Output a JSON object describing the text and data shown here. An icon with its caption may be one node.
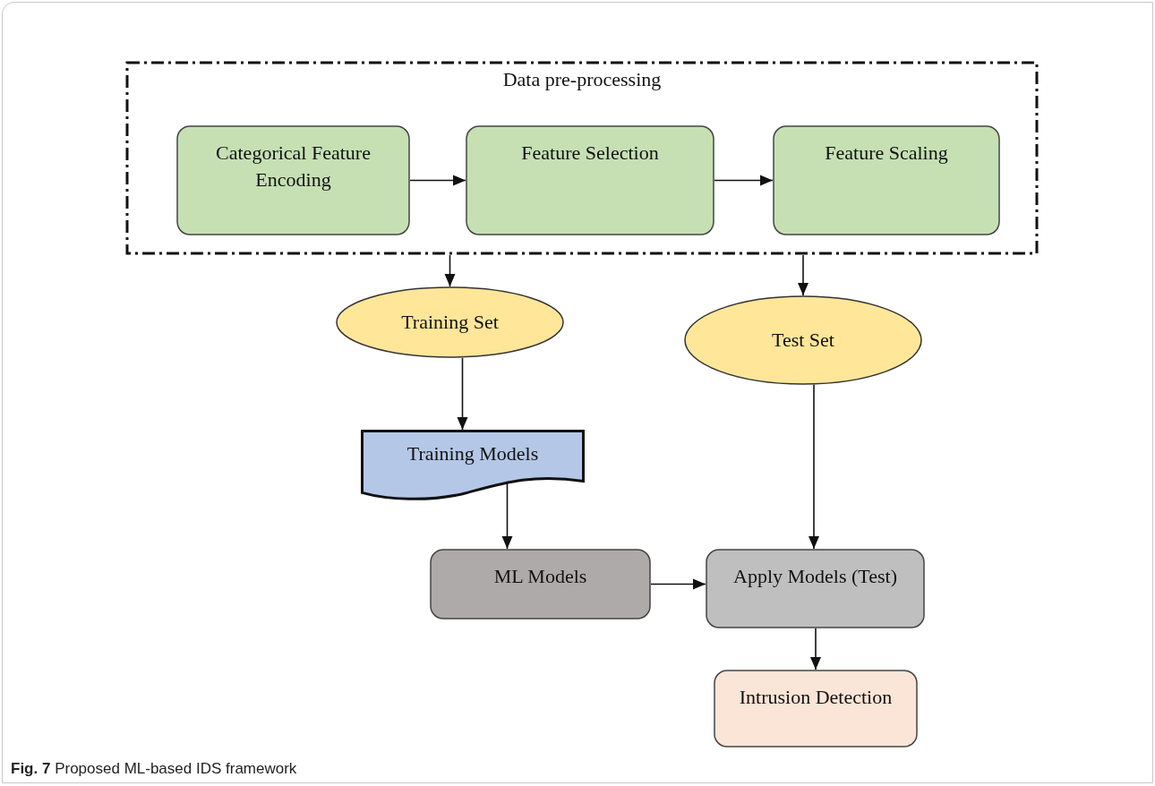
{
  "diagram": {
    "caption": "**Fig. 7** Proposed ML-based IDS framework",
    "nodes": [
      {
        "text": [
          "Data pre-processing"
        ]
      },
      {
        "text": [
          "Categorical Feature Encoding"
        ],
        "in": 0
      },
      {
        "text": [
          "Feature Selection"
        ],
        "in": 0
      },
      {
        "text": [
          "Feature Scaling"
        ],
        "in": 0
      },
      {
        "text": [
          "Training Set"
        ]
      },
      {
        "text": [
          "Test Set"
        ]
      },
      {
        "text": [
          "Training Models"
        ]
      },
      {
        "text": [
          "ML Models"
        ]
      },
      {
        "text": [
          "Apply Models (Test)"
        ]
      },
      {
        "text": [
          "Intrusion Detection"
        ]
      }
    ],
    "edges": [
      {
        "from": 1,
        "to": 2,
        "arrow": "to"
      },
      {
        "from": 2,
        "to": 3,
        "arrow": "to"
      },
      {
        "from": 0,
        "to": 4,
        "arrow": "to"
      },
      {
        "from": 0,
        "to": 5,
        "arrow": "to"
      },
      {
        "from": 4,
        "to": 6,
        "arrow": "to"
      },
      {
        "from": 6,
        "to": 7,
        "arrow": "to"
      },
      {
        "from": 5,
        "to": 8,
        "arrow": "to"
      },
      {
        "from": 7,
        "to": 8,
        "arrow": "to"
      },
      {
        "from": 8,
        "to": 9,
        "arrow": "to"
      }
    ]
  }
}
